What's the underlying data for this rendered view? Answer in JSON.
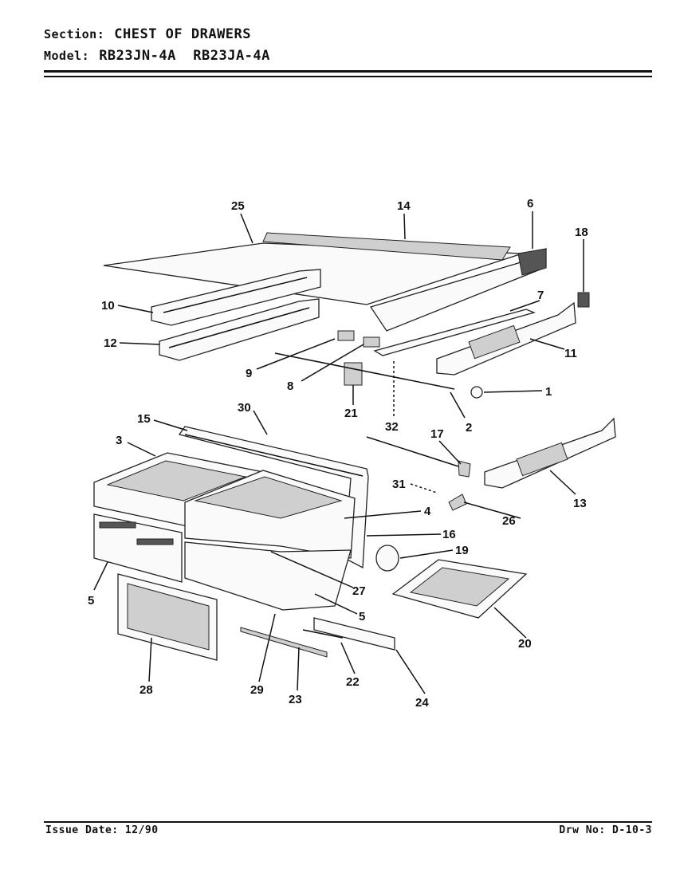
{
  "header": {
    "section_label": "Section:",
    "section_value": "CHEST OF DRAWERS",
    "model_label": "Model:",
    "model_value": "RB23JN-4A  RB23JA-4A"
  },
  "footer": {
    "issue_date": "Issue Date: 12/90",
    "drawing_number": "Drw No: D-10-3"
  },
  "callouts": [
    "25",
    "14",
    "6",
    "18",
    "10",
    "7",
    "12",
    "11",
    "9",
    "8",
    "1",
    "21",
    "32",
    "2",
    "15",
    "30",
    "3",
    "17",
    "31",
    "13",
    "4",
    "26",
    "16",
    "19",
    "5",
    "27",
    "5",
    "20",
    "28",
    "29",
    "23",
    "22",
    "24"
  ]
}
